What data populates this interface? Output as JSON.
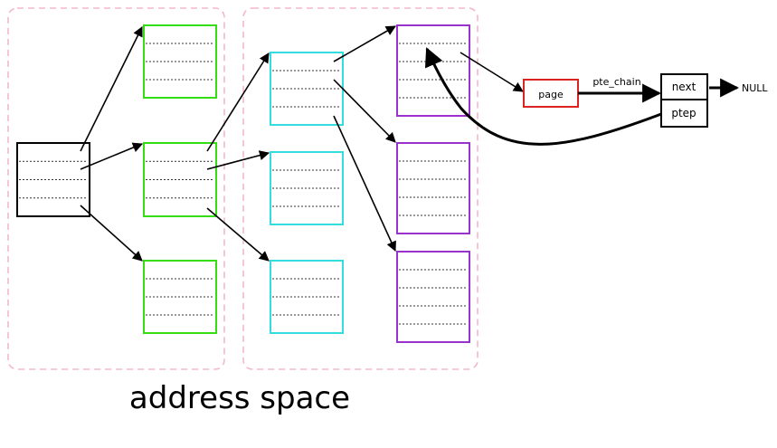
{
  "caption": "address space",
  "labels": {
    "page": "page",
    "pte_chain": "pte_chain",
    "next": "next",
    "ptep": "ptep",
    "null": "NULL"
  },
  "colors": {
    "level1": "#000000",
    "level2": "#33dd11",
    "level3": "#33dddd",
    "level4": "#9933cc",
    "page": "#dd2222",
    "region": "#f4b8c8"
  }
}
